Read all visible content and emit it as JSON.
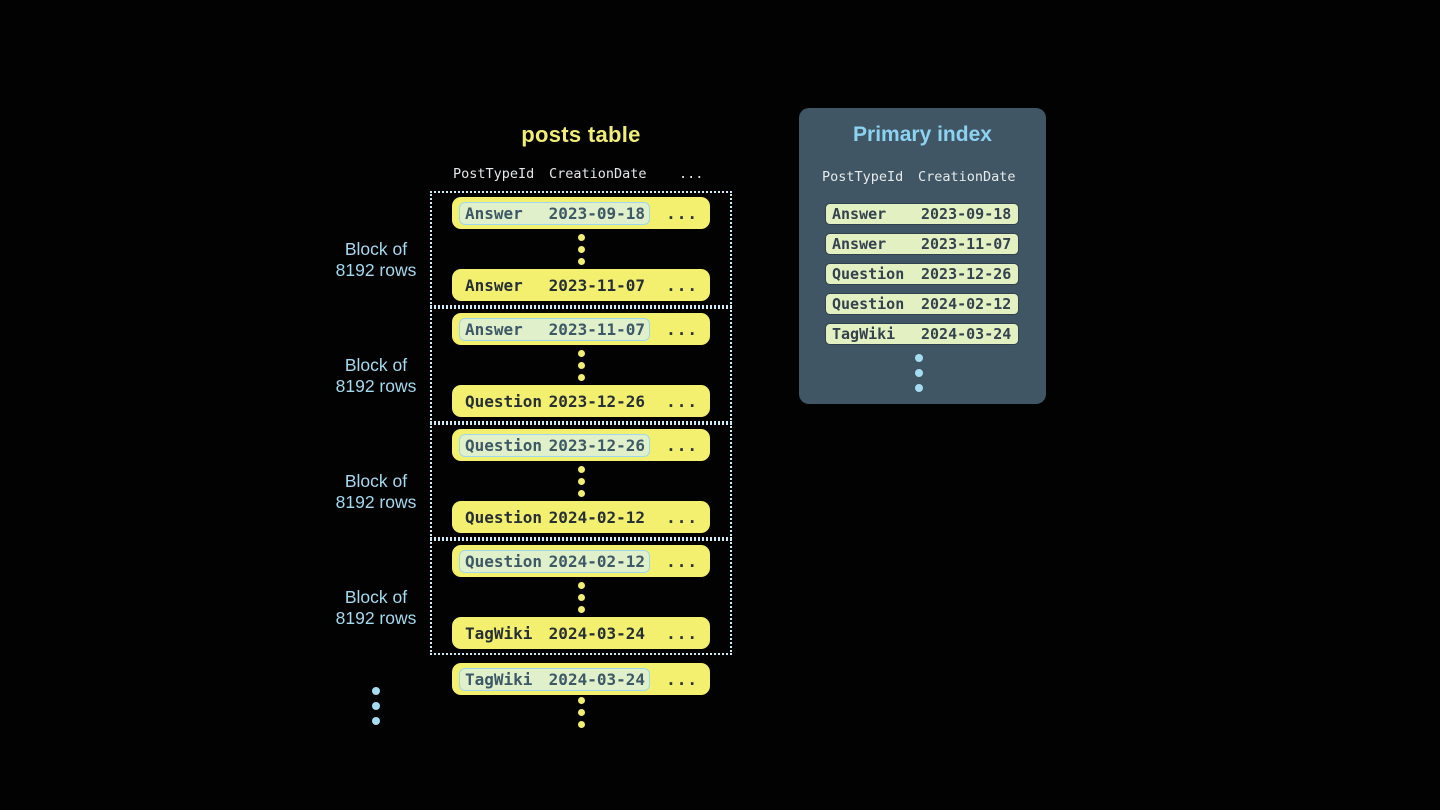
{
  "posts_table": {
    "title": "posts table",
    "columns": [
      "PostTypeId",
      "CreationDate",
      "..."
    ],
    "block_label": "Block of 8192 rows",
    "blocks": [
      {
        "first_row": {
          "post_type": "Answer",
          "creation_date": "2023-09-18",
          "more": "..."
        },
        "last_row": {
          "post_type": "Answer",
          "creation_date": "2023-11-07",
          "more": "..."
        }
      },
      {
        "first_row": {
          "post_type": "Answer",
          "creation_date": "2023-11-07",
          "more": "..."
        },
        "last_row": {
          "post_type": "Question",
          "creation_date": "2023-12-26",
          "more": "..."
        }
      },
      {
        "first_row": {
          "post_type": "Question",
          "creation_date": "2023-12-26",
          "more": "..."
        },
        "last_row": {
          "post_type": "Question",
          "creation_date": "2024-02-12",
          "more": "..."
        }
      },
      {
        "first_row": {
          "post_type": "Question",
          "creation_date": "2024-02-12",
          "more": "..."
        },
        "last_row": {
          "post_type": "TagWiki",
          "creation_date": "2024-03-24",
          "more": "..."
        }
      }
    ],
    "next_block_row": {
      "post_type": "TagWiki",
      "creation_date": "2024-03-24",
      "more": "..."
    }
  },
  "primary_index": {
    "title": "Primary index",
    "columns": [
      "PostTypeId",
      "CreationDate"
    ],
    "rows": [
      {
        "post_type": "Answer",
        "creation_date": "2023-09-18"
      },
      {
        "post_type": "Answer",
        "creation_date": "2023-11-07"
      },
      {
        "post_type": "Question",
        "creation_date": "2023-12-26"
      },
      {
        "post_type": "Question",
        "creation_date": "2024-02-12"
      },
      {
        "post_type": "TagWiki",
        "creation_date": "2024-03-24"
      }
    ]
  },
  "colors": {
    "background": "#020202",
    "row_yellow": "#f4f06f",
    "title_yellow": "#f1ee74",
    "highlight_green": "#dff0cb",
    "highlight_border_blue": "#9fd8ee",
    "block_dotted_border": "#cdecf6",
    "accent_light_blue": "#a5d9ef",
    "panel_slate": "#405664",
    "index_row_green": "#e3f1c2",
    "dark_text": "#2b343c"
  }
}
